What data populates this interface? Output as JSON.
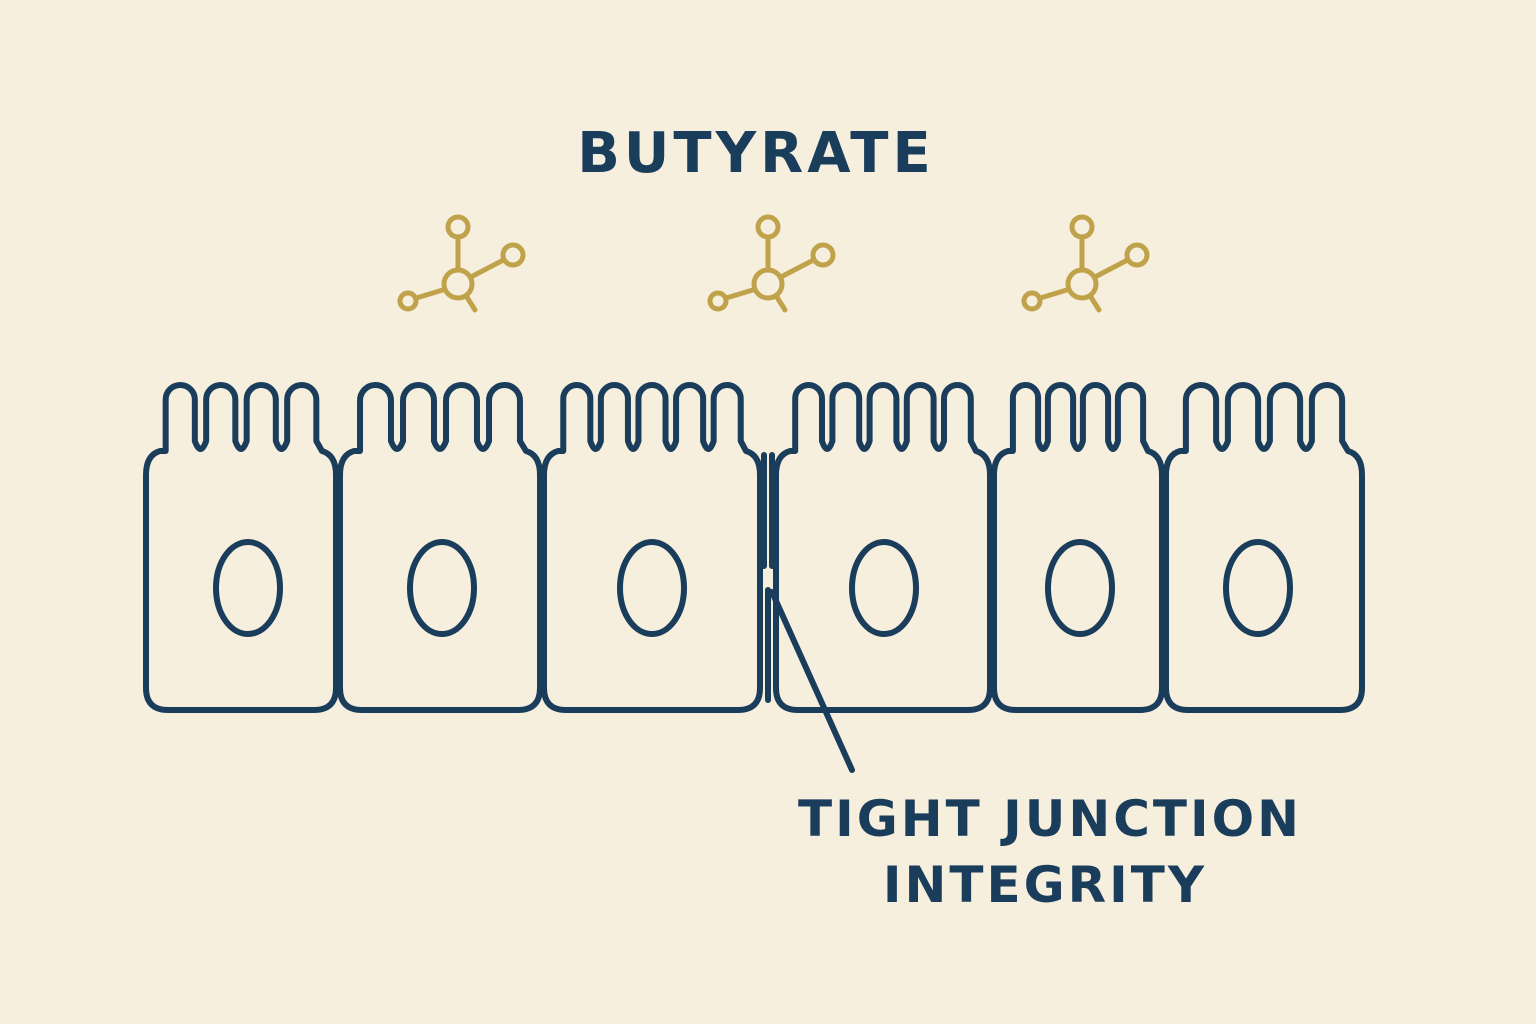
{
  "title": "BUTYRATE",
  "callout": {
    "line1": "TIGHT JUNCTION",
    "line2": "INTEGRITY"
  },
  "colors": {
    "background": "#f6efde",
    "outline": "#1b3d5c",
    "molecule": "#c0a24b"
  },
  "molecule_count": 3,
  "cell_count": 6,
  "icons": {
    "molecule": "butyrate-molecule-icon",
    "cell": "epithelial-cell",
    "nucleus": "nucleus"
  }
}
